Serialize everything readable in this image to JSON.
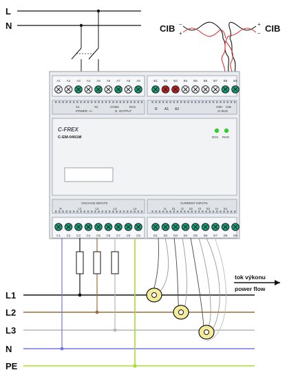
{
  "supply": {
    "top_lines": [
      "L",
      "N"
    ]
  },
  "bus": {
    "left": "CIB",
    "right": "CIB",
    "plus": "+",
    "minus": "−"
  },
  "module": {
    "brand": "C-FREX",
    "model": "C-EM-0401M",
    "led_labels": [
      "DO1",
      "RUN"
    ],
    "top_left_terminals": [
      "A1",
      "A2",
      "A3",
      "A4",
      "A5",
      "A6",
      "A7",
      "A8",
      "A9"
    ],
    "top_right_terminals": [
      "B1",
      "B2",
      "B3",
      "B4",
      "B5",
      "B6",
      "B7",
      "B8",
      "B9"
    ],
    "bottom_left_terminals": [
      "C1",
      "C2",
      "C3",
      "C4",
      "C5",
      "C6",
      "C7",
      "C8",
      "C9"
    ],
    "bottom_right_terminals": [
      "D1",
      "D2",
      "D3",
      "D4",
      "D5",
      "D6",
      "D7",
      "D8",
      "D9"
    ],
    "top_left_labels": [
      "X1",
      "X2",
      "POWER ~/=",
      "COM1",
      "DO1",
      "D. OUTPUT"
    ],
    "top_right_labels": [
      "R",
      "A1",
      "A2",
      "CIB+",
      "CIB-",
      "CI BUS"
    ],
    "voltage_title": "VOLTAGE INPUTS",
    "voltage_labels": [
      "N",
      "L1",
      "L2",
      "L3",
      "L4"
    ],
    "current_title": "CURRENT INPUTS",
    "current_labels": [
      "I1",
      "k1",
      "I2",
      "k2",
      "I3",
      "k3",
      "I4",
      "k4"
    ]
  },
  "lines": [
    "L1",
    "L2",
    "L3",
    "N",
    "PE"
  ],
  "flow": {
    "label_cz": "tok výkonu",
    "label_en": "power flow"
  },
  "colors": {
    "L": "#111111",
    "L1": "#111111",
    "L2": "#9a6a3a",
    "L3": "#b5b5b5",
    "N": "#7373e6",
    "PE": "#a8e02b",
    "terminal_green": "#12a37a",
    "terminal_red": "#c81e1e",
    "ct_yellow": "#f4ec9a"
  }
}
